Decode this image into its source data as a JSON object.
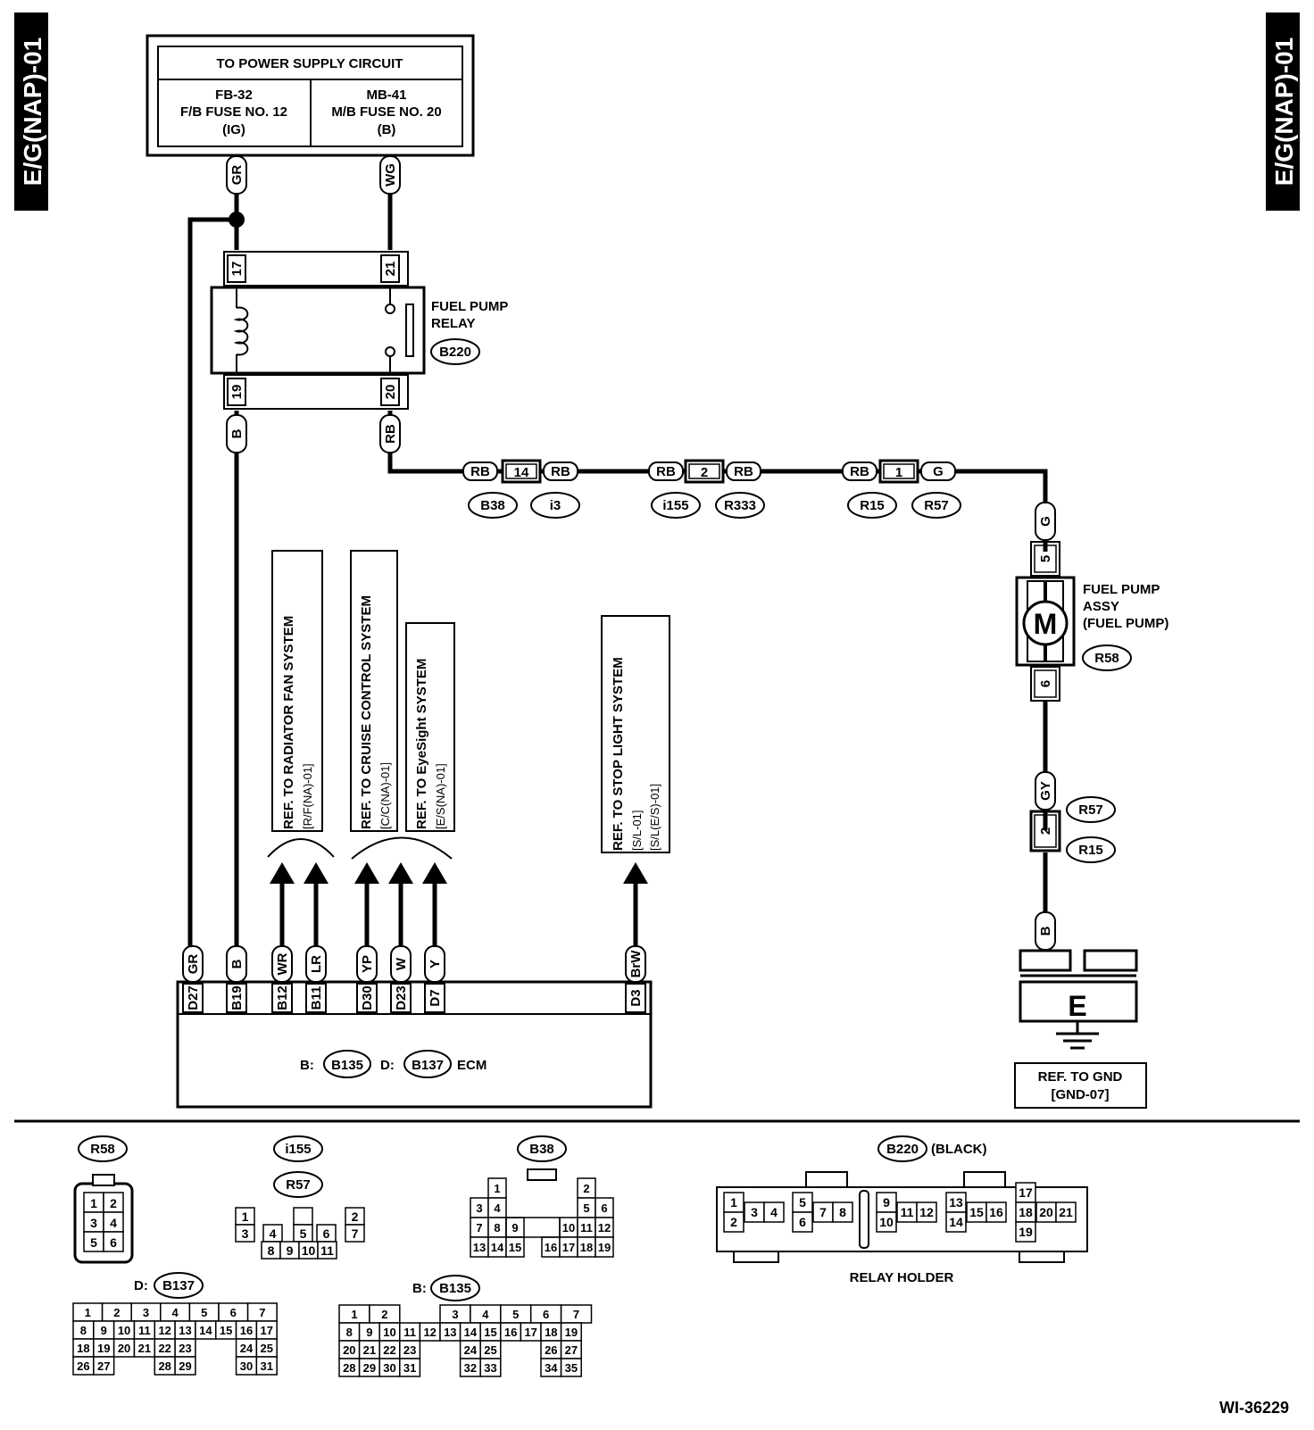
{
  "side_labels": {
    "left": "E/G(NAP)-01",
    "right": "E/G(NAP)-01"
  },
  "power_box": {
    "title": "TO POWER SUPPLY CIRCUIT",
    "left": [
      "FB-32",
      "F/B FUSE NO. 12",
      "(IG)"
    ],
    "right": [
      "MB-41",
      "M/B FUSE NO. 20",
      "(B)"
    ]
  },
  "relay": {
    "name": [
      "FUEL PUMP",
      "RELAY"
    ],
    "id": "B220",
    "pins": {
      "top_left": "17",
      "top_right": "21",
      "bottom_left": "19",
      "bottom_right": "20"
    }
  },
  "wires": {
    "gr": "GR",
    "wg": "WG",
    "b": "B",
    "rb": "RB",
    "g": "G",
    "gy": "GY"
  },
  "connectors": [
    {
      "left_wire": "RB",
      "pin": "14",
      "right_wire": "RB",
      "ids": [
        "B38",
        "i3"
      ]
    },
    {
      "left_wire": "RB",
      "pin": "2",
      "right_wire": "RB",
      "ids": [
        "i155",
        "R333"
      ]
    },
    {
      "left_wire": "RB",
      "pin": "1",
      "right_wire": "G",
      "ids": [
        "R15",
        "R57"
      ]
    }
  ],
  "pump": {
    "name": [
      "FUEL PUMP",
      "ASSY",
      "(FUEL PUMP)"
    ],
    "id": "R58",
    "motor": "M",
    "pin_top": "5",
    "pin_bottom": "6"
  },
  "ground_connector": {
    "pin": "2",
    "ids": [
      "R57",
      "R15"
    ]
  },
  "ground": {
    "letter": "E",
    "ref": [
      "REF. TO GND",
      "[GND-07]"
    ]
  },
  "ref_boxes": [
    {
      "lines": [
        "REF. TO RADIATOR FAN SYSTEM",
        "[R/F(NA)-01]"
      ]
    },
    {
      "lines": [
        "REF. TO CRUISE CONTROL SYSTEM",
        "[C/C(NA)-01]"
      ]
    },
    {
      "lines": [
        "REF. TO EyeSight SYSTEM",
        "[E/S(NA)-01]"
      ]
    },
    {
      "lines": [
        "REF. TO STOP LIGHT SYSTEM",
        "[S/L-01]",
        "[S/L(E/S)-01]"
      ]
    }
  ],
  "ecm": {
    "terminals": [
      {
        "pin": "D27",
        "wire": "GR"
      },
      {
        "pin": "B19",
        "wire": "B"
      },
      {
        "pin": "B12",
        "wire": "WR"
      },
      {
        "pin": "B11",
        "wire": "LR"
      },
      {
        "pin": "D30",
        "wire": "YP"
      },
      {
        "pin": "D23",
        "wire": "W"
      },
      {
        "pin": "D7",
        "wire": "Y"
      },
      {
        "pin": "D3",
        "wire": "BrW"
      }
    ],
    "label_b": "B:",
    "id_b": "B135",
    "label_d": "D:",
    "id_d": "B137",
    "name": "ECM"
  },
  "connector_views": {
    "r58": {
      "id": "R58"
    },
    "i155": {
      "ids": [
        "i155",
        "R57"
      ]
    },
    "b38": {
      "id": "B38"
    },
    "b220": {
      "id": "B220",
      "note": "(BLACK)",
      "caption": "RELAY HOLDER"
    },
    "b137": {
      "prefix": "D:",
      "id": "B137"
    },
    "b135": {
      "prefix": "B:",
      "id": "B135"
    }
  },
  "figure_id": "WI-36229"
}
